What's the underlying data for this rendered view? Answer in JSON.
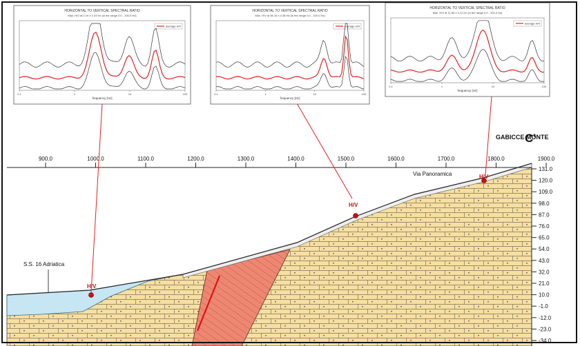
{
  "hv_charts": [
    {
      "title": "HORIZONTAL TO VERTICAL SPECTRAL RATIO",
      "subtitle": "Max. H/V at 2.19 ± 2.03 Hz (in the range 0.0 - 100.0 Hz)",
      "legend": "average H/V",
      "xlabel": "frequency [Hz]",
      "ticks": [
        "0.1",
        "1",
        "10",
        "100"
      ]
    },
    {
      "title": "HORIZONTAL TO VERTICAL SPECTRAL RATIO",
      "subtitle": "Max. H/V at 36.16 ± 0.38 Hz (in the range 0.0 - 100.0 Hz)",
      "legend": "average H/V",
      "xlabel": "frequency [Hz]",
      "ticks": [
        "0.1",
        "1",
        "10",
        "100"
      ]
    },
    {
      "title": "HORIZONTAL TO VERTICAL SPECTRAL RATIO",
      "subtitle": "Max. H/V at 11.66 ± 0.11 Hz (in the range 0.0 - 100.0 Hz)",
      "legend": "average H/V",
      "xlabel": "frequency [Hz]",
      "ticks": [
        "0.1",
        "1",
        "10",
        "100"
      ]
    }
  ],
  "section": {
    "corner_label": "C'",
    "x_ticks": [
      "900.0",
      "1000.0",
      "1100.0",
      "1200.0",
      "1300.0",
      "1400.0",
      "1500.0",
      "1600.0",
      "1700.0",
      "1800.0",
      "1900.0"
    ],
    "y_ticks": [
      "131.0",
      "120.0",
      "109.0",
      "98.0",
      "87.0",
      "76.0",
      "65.0",
      "54.0",
      "43.0",
      "32.0",
      "21.0",
      "10.0",
      "-1.0",
      "-12.0",
      "-23.0",
      "-34.0"
    ],
    "places": {
      "gabicce": "GABICCE MONTE",
      "via": "Via Panoramica",
      "ss16": "S.S. 16 Adriatica"
    },
    "station_label": "H/V",
    "colors": {
      "bedrock": "#f7dfa2",
      "fault": "#ee8772",
      "alluvium": "#c6e6f4",
      "hv_marker": "#cc1111"
    }
  }
}
